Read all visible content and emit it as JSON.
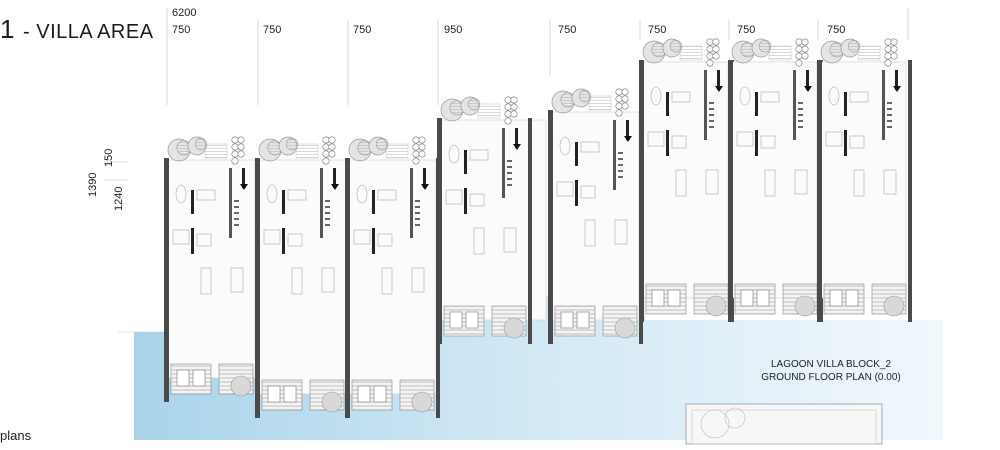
{
  "header": {
    "number": "1",
    "title": "- VILLA AREA"
  },
  "dimensions": {
    "total": "6200",
    "modules": [
      "750",
      "750",
      "750",
      "950",
      "750",
      "750",
      "750",
      "750"
    ],
    "vertical": [
      "1390",
      "150",
      "1240"
    ]
  },
  "plan": {
    "title_line1": "LAGOON VILLA BLOCK_2",
    "title_line2": "GROUND FLOOR PLAN (0.00)"
  },
  "side_label": "plans",
  "colors": {
    "lagoon_light": "#eef6fb",
    "lagoon_dark": "#a9d3ea",
    "wall": "#4a4a4a",
    "tree": "#9a9a9a"
  }
}
